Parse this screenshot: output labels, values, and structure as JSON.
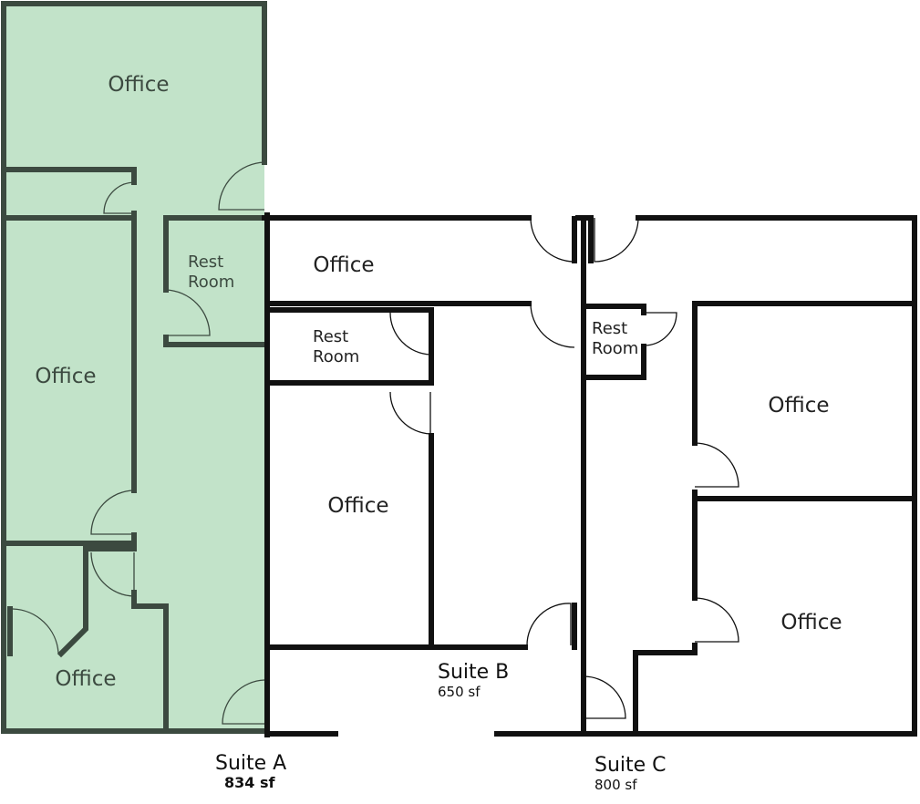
{
  "colors": {
    "suite_a_fill": "#c2e3c9",
    "suite_a_wall": "#3c4a40",
    "wall": "#111111"
  },
  "suite_a": {
    "name": "Suite A",
    "area": "834 sf",
    "rooms": {
      "office_top": "Office",
      "rest_room_line1": "Rest",
      "rest_room_line2": "Room",
      "office_middle": "Office",
      "office_bottom": "Office"
    }
  },
  "suite_b": {
    "name": "Suite B",
    "area": "650 sf",
    "rooms": {
      "office_top": "Office",
      "rest_room_line1": "Rest",
      "rest_room_line2": "Room",
      "office_main": "Office"
    }
  },
  "suite_c": {
    "name": "Suite C",
    "area": "800 sf",
    "rooms": {
      "rest_room_line1": "Rest",
      "rest_room_line2": "Room",
      "office_upper": "Office",
      "office_lower": "Office"
    }
  }
}
